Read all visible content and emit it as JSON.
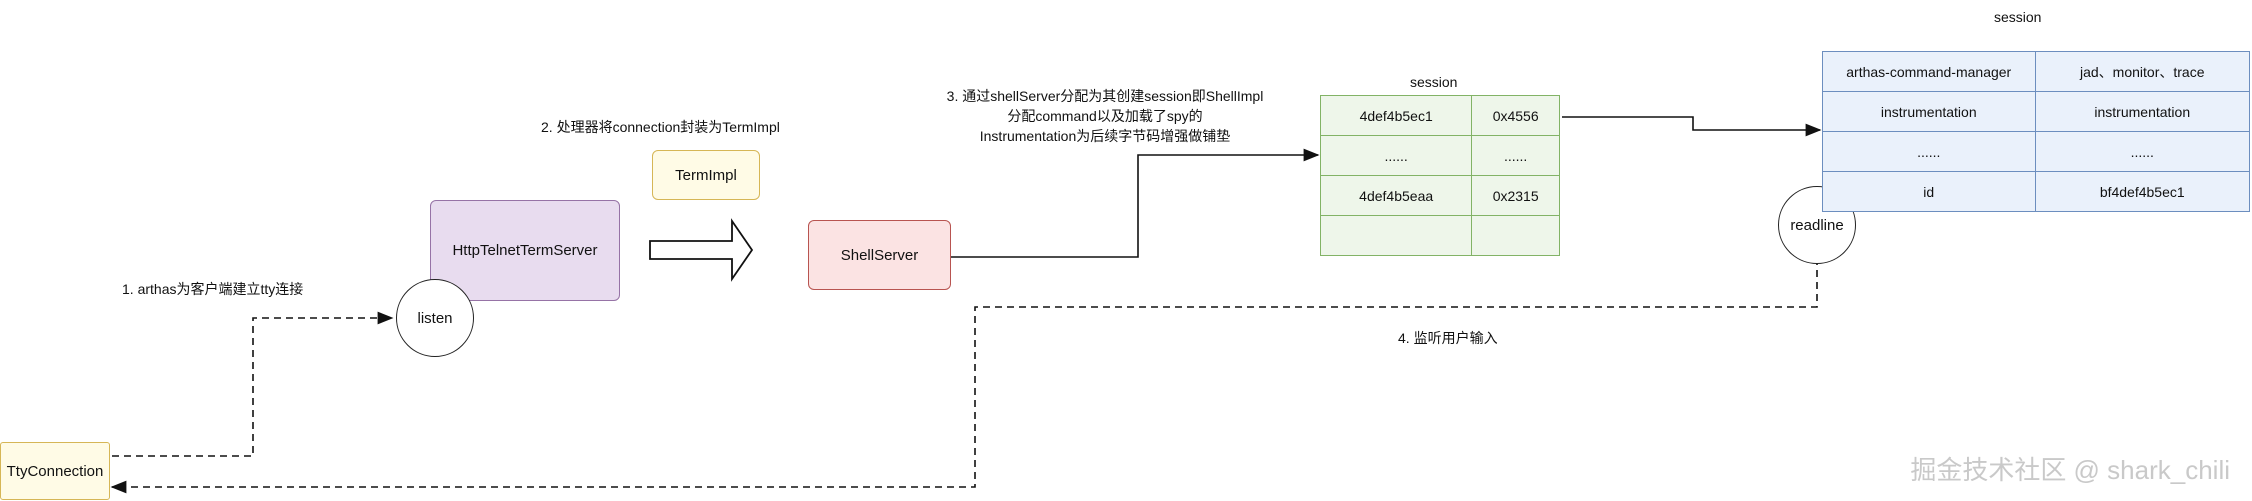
{
  "diagram": {
    "steps": {
      "step1": "1. arthas为客户端建立tty连接",
      "step2": "2. 处理器将connection封装为TermImpl",
      "step3_line1": "3. 通过shellServer分配为其创建session即ShellImpl",
      "step3_line2": "分配command以及加载了spy的",
      "step3_line3": "Instrumentation为后续字节码增强做铺垫",
      "step4": "4. 监听用户输入"
    },
    "nodes": {
      "http_server": "HttpTelnetTermServer",
      "listen": "listen",
      "term_impl": "TermImpl",
      "shell_server": "ShellServer",
      "tty_connection": "TtyConnection",
      "readline": "readline"
    },
    "session_table": {
      "title": "session",
      "rows": [
        [
          "4def4b5ec1",
          "0x4556"
        ],
        [
          "......",
          "......"
        ],
        [
          "4def4b5eaa",
          "0x2315"
        ],
        [
          "",
          ""
        ]
      ]
    },
    "session_detail": {
      "title": "session",
      "rows": [
        [
          "arthas-command-manager",
          "jad、monitor、trace"
        ],
        [
          "instrumentation",
          "instrumentation"
        ],
        [
          "......",
          "......"
        ],
        [
          "id",
          "bf4def4b5ec1"
        ]
      ]
    },
    "colors": {
      "purple_border": "#9673a6",
      "yellow_border": "#d6b656",
      "red_border": "#b85450",
      "green_border": "#82b366",
      "blue_border": "#6c8ebf"
    }
  },
  "watermark": "掘金技术社区 @ shark_chili"
}
